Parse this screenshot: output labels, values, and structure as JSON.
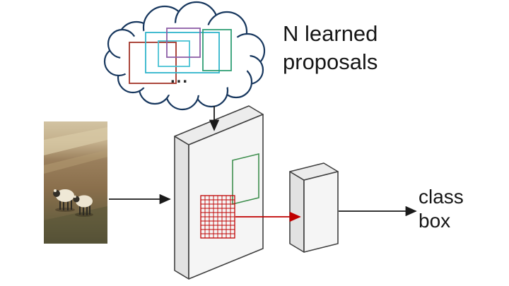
{
  "labels": {
    "proposals_line1": "N learned",
    "proposals_line2": "proposals",
    "ellipsis": "...",
    "output_line1": "class",
    "output_line2": "box"
  },
  "colors": {
    "cloud_stroke": "#17375e",
    "proposal_red": "#a23327",
    "proposal_cyan": "#2fb4cb",
    "proposal_cyan_small": "#49c2d4",
    "proposal_purple": "#8e5fa8",
    "proposal_green": "#2f9e74",
    "network_stroke": "#404040",
    "network_fill_front": "#f5f5f5",
    "network_fill_top": "#ececec",
    "network_fill_side": "#e2e2e2",
    "anchor_green": "#3f8f4f",
    "grid_red": "#c00000",
    "arrow_black": "#1a1a1a",
    "arrow_red": "#c00000"
  }
}
